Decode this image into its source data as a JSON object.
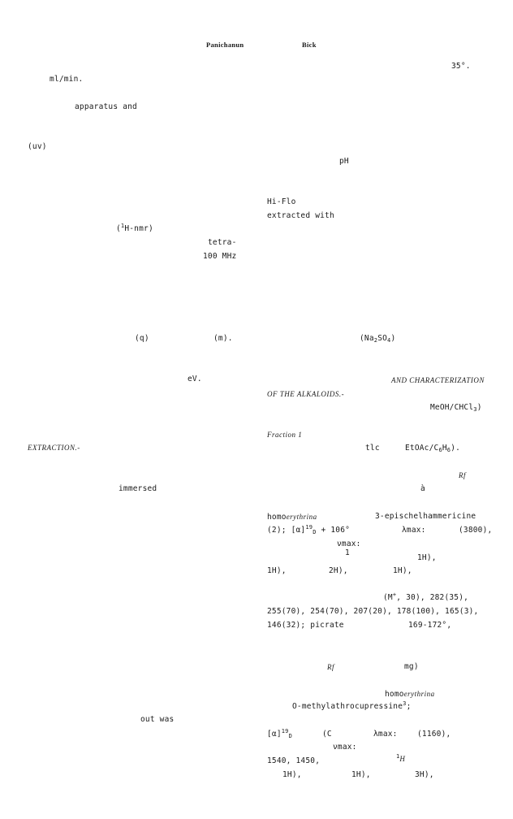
{
  "header": {
    "author1": "Panichanun",
    "author2": "Bick"
  },
  "left": {
    "flow_rate": "ml/min.",
    "apparatus": "apparatus and",
    "uv": "(uv)",
    "hnmr_open": "(",
    "hnmr_sup": "1",
    "hnmr_rest": "H-nmr)",
    "tetra": "tetra-",
    "mhz": "100 MHz",
    "q": "(q)",
    "m": "(m).",
    "ev": "eV.",
    "extraction": "EXTRACTION.-",
    "immersed": "immersed",
    "outwas": "out was"
  },
  "right": {
    "temp": "35°.",
    "ph": "pH",
    "hiflo": "Hi-Flo",
    "extracted": "extracted with",
    "na2so4_open": "(Na",
    "na2so4_sub1": "2",
    "na2so4_mid": "SO",
    "na2so4_sub2": "4",
    "na2so4_close": ")",
    "char_heading": "AND CHARACTERIZATION",
    "of_alkaloids": "OF THE ALKALOIDS.-",
    "meoh_a": "MeOH/CHCl",
    "meoh_sub": "3",
    "meoh_b": ")",
    "fraction": "Fraction 1",
    "tlc": "tlc",
    "etoac_a": "EtOAc/C",
    "etoac_sub1": "6",
    "etoac_b": "H",
    "etoac_sub2": "6",
    "etoac_c": ").",
    "rf1": "Rf",
    "a_grave": "à",
    "homo1_a": "homo",
    "homo1_b": "erythrina",
    "epischel": "3-epischelhammericine",
    "comp2": "(2); [α]",
    "comp2_sup": "19",
    "comp2_sub": "D",
    "comp2_b": " + 106°",
    "lmax1": "λmax:",
    "v3800": "(3800),",
    "vmax1": "νmax:",
    "one": "1",
    "h1a": "1H),",
    "row_a1": "1H),",
    "row_a2": "2H),",
    "row_a3": "1H),",
    "ms_line1_a": "(M",
    "ms_line1_sup": "+",
    "ms_line1_b": ", 30), 282(35),",
    "ms_line2": "255(70), 254(70), 207(20), 178(100), 165(3),",
    "ms_line3_a": "146(32); picrate",
    "ms_line3_b": "169-172°,",
    "rf2": "Rf",
    "mg": "mg)",
    "homo2_a": "homo",
    "homo2_b": "erythrina",
    "omethyl": "O-methylathrocupressine",
    "omethyl_sup": "3",
    "omethyl_end": ";",
    "alpha2_a": "[α]",
    "alpha2_sup": "19",
    "alpha2_sub": "D",
    "c_paren": "(C",
    "lmax2": "λmax:",
    "v1160": "(1160),",
    "vmax2": "νmax:",
    "ir_line": "1540, 1450,",
    "h_sup": "1",
    "h_it": "H",
    "row_b1": "1H),",
    "row_b2": "1H),",
    "row_b3": "3H),"
  }
}
